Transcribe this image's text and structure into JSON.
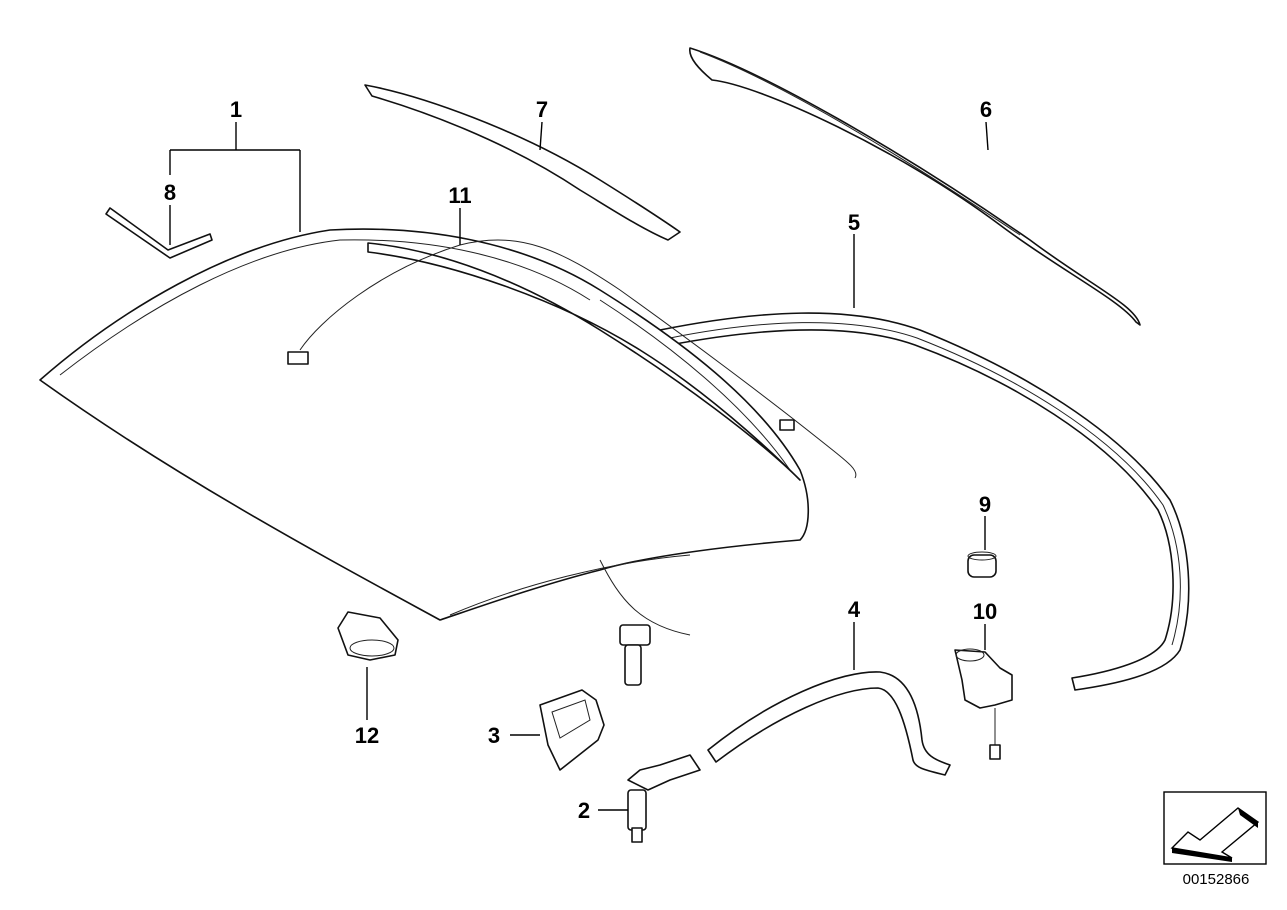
{
  "callouts": {
    "c1": "1",
    "c2": "2",
    "c3": "3",
    "c4": "4",
    "c5": "5",
    "c6": "6",
    "c7": "7",
    "c8": "8",
    "c9": "9",
    "c10": "10",
    "c11": "11",
    "c12": "12"
  },
  "document_number": "00152866",
  "icons": {
    "orientation": "arrow-icon"
  }
}
